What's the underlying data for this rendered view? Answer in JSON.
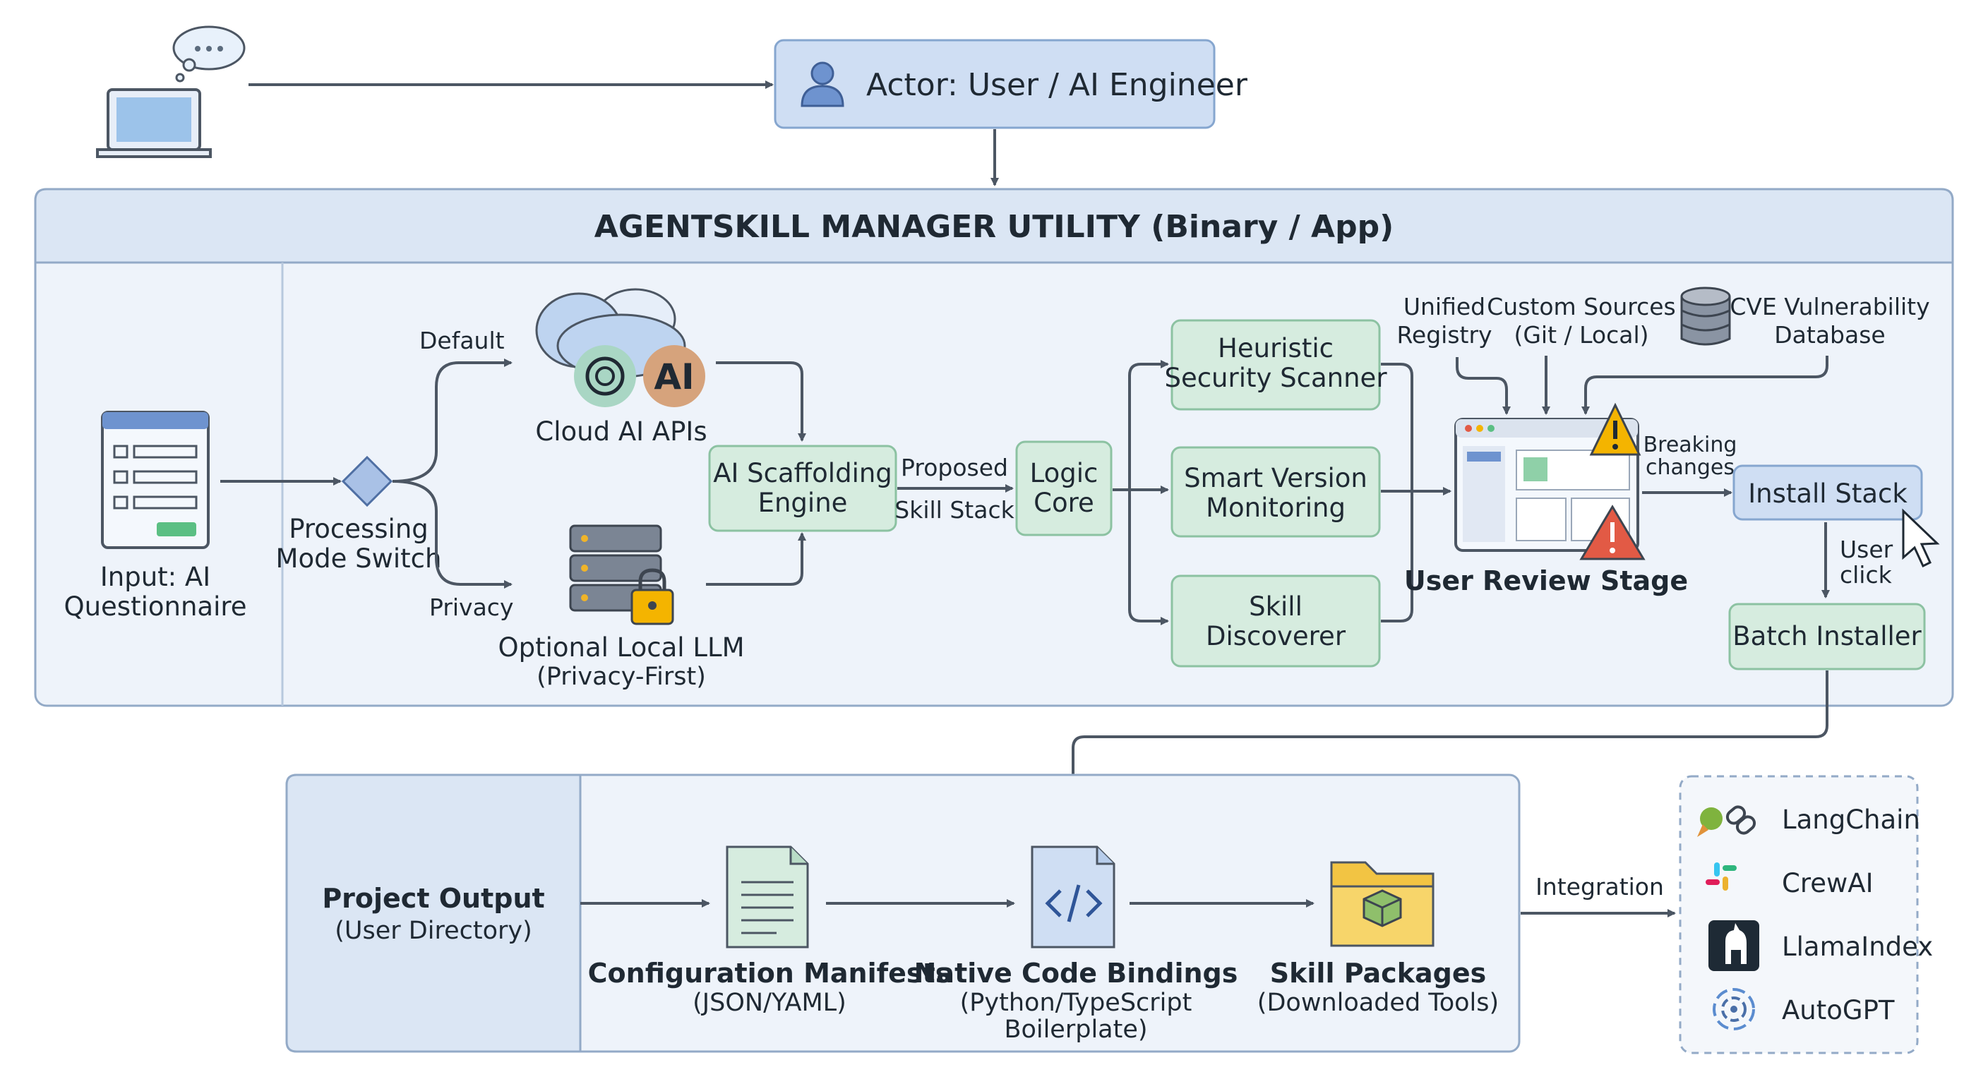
{
  "actor": {
    "label": "Actor: User / AI Engineer"
  },
  "utility": {
    "title": "AGENTSKILL MANAGER UTILITY (Binary / App)"
  },
  "input": {
    "line1": "Input: AI",
    "line2": "Questionnaire"
  },
  "switch": {
    "line1": "Processing",
    "line2": "Mode Switch",
    "default_label": "Default",
    "privacy_label": "Privacy"
  },
  "cloud": {
    "label": "Cloud AI APIs",
    "badge_anthropic": "AI"
  },
  "local_llm": {
    "line1": "Optional Local LLM",
    "line2": "(Privacy-First)"
  },
  "scaffolding": {
    "line1": "AI Scaffolding",
    "line2": "Engine"
  },
  "proposed": {
    "line1": "Proposed",
    "line2": "Skill Stack"
  },
  "logic_core": {
    "line1": "Logic",
    "line2": "Core"
  },
  "scanner": {
    "line1": "Heuristic",
    "line2": "Security Scanner"
  },
  "monitoring": {
    "line1": "Smart Version",
    "line2": "Monitoring"
  },
  "discoverer": {
    "line1": "Skill",
    "line2": "Discoverer"
  },
  "sources": {
    "unified_line1": "Unified",
    "unified_line2": "Registry",
    "custom_line1": "Custom Sources",
    "custom_line2": "(Git / Local)",
    "cve_line1": "CVE Vulnerability",
    "cve_line2": "Database"
  },
  "review": {
    "label": "User Review Stage",
    "breaking_line1": "Breaking",
    "breaking_line2": "changes"
  },
  "install": {
    "label": "Install Stack",
    "click_line1": "User",
    "click_line2": "click"
  },
  "batch": {
    "label": "Batch Installer"
  },
  "output": {
    "title": "Project Output",
    "subtitle": "(User Directory)",
    "config_line1": "Configuration Manifests",
    "config_line2": "(JSON/YAML)",
    "bindings_line1": "Native Code Bindings",
    "bindings_line2": "(Python/TypeScript",
    "bindings_line3": "Boilerplate)",
    "packages_line1": "Skill Packages",
    "packages_line2": "(Downloaded Tools)"
  },
  "integration": {
    "label": "Integration",
    "frameworks": [
      {
        "name": "LangChain",
        "icon": "parrot-chain-icon"
      },
      {
        "name": "CrewAI",
        "icon": "crewai-grid-icon"
      },
      {
        "name": "LlamaIndex",
        "icon": "llama-icon"
      },
      {
        "name": "AutoGPT",
        "icon": "autogpt-spiral-icon"
      }
    ]
  },
  "colors": {
    "panel": "#eef3fa",
    "panel_border": "#93aac7",
    "green_box": "#d6ecdf",
    "blue_box": "#cfdef3",
    "warning": "#f4b400",
    "alert": "#e25a45"
  }
}
